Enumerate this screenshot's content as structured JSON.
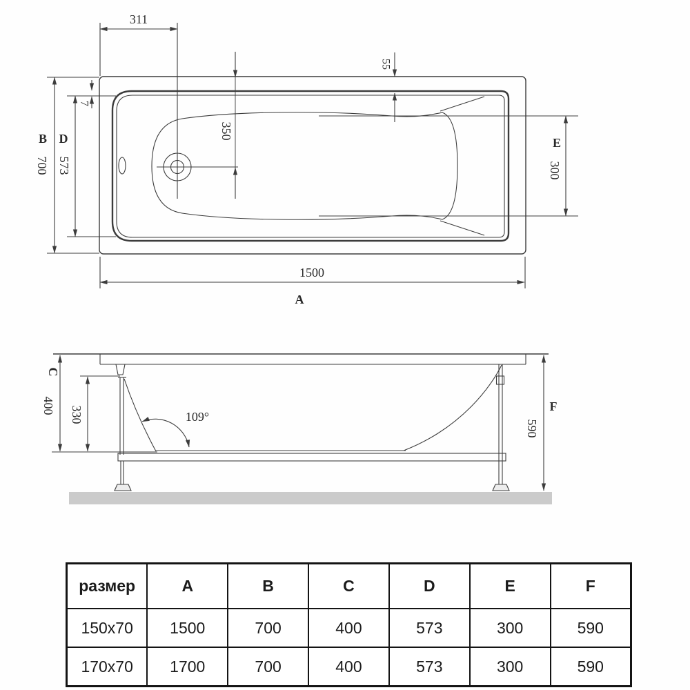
{
  "top_view": {
    "d311": "311",
    "d55": "55",
    "d7": "7",
    "label_B": "B",
    "label_D": "D",
    "d700": "700",
    "d573": "573",
    "d350": "350",
    "label_E": "E",
    "d300": "300",
    "d1500": "1500",
    "label_A": "A"
  },
  "side_view": {
    "label_C": "C",
    "d400": "400",
    "d330": "330",
    "angle": "109°",
    "label_F": "F",
    "d590": "590"
  },
  "table": {
    "headers": [
      "размер",
      "A",
      "B",
      "C",
      "D",
      "E",
      "F"
    ],
    "rows": [
      [
        "150x70",
        "1500",
        "700",
        "400",
        "573",
        "300",
        "590"
      ],
      [
        "170x70",
        "1700",
        "700",
        "400",
        "573",
        "300",
        "590"
      ]
    ]
  },
  "colors": {
    "line": "#3c3c3c",
    "floor": "#cbcbcb",
    "table_border": "#141414",
    "text": "#2a2a2a",
    "background": "#fefefe"
  }
}
